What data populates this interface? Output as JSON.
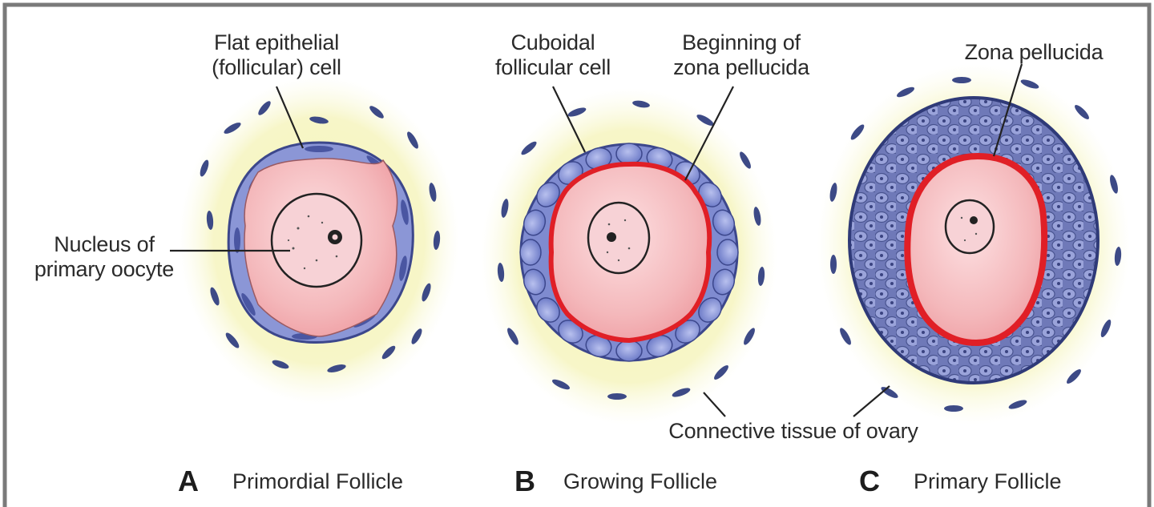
{
  "labels": {
    "flat_epithelial": [
      "Flat epithelial",
      "(follicular) cell"
    ],
    "nucleus": [
      "Nucleus of",
      "primary oocyte"
    ],
    "cuboidal": [
      "Cuboidal",
      "follicular cell"
    ],
    "beginning_zona": [
      "Beginning of",
      "zona pellucida"
    ],
    "zona_pellucida": "Zona pellucida",
    "connective_tissue": "Connective tissue of ovary"
  },
  "panels": [
    {
      "letter": "A",
      "title": "Primordial Follicle"
    },
    {
      "letter": "B",
      "title": "Growing Follicle"
    },
    {
      "letter": "C",
      "title": "Primary Follicle"
    }
  ],
  "colors": {
    "stroma": "#f7f6c4",
    "stroma_nuclei": "#3d4a86",
    "follicular_cells": "#8b96d6",
    "oocyte": "#f4b4b8",
    "zona_pellucida": "#e01f26",
    "frame": "#7a7a7a"
  }
}
